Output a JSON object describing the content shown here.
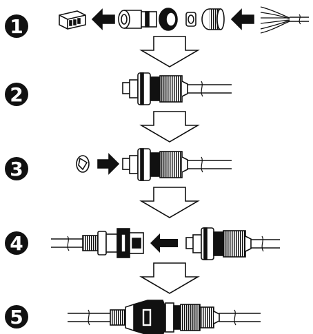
{
  "diagram": {
    "steps": [
      {
        "number": "1"
      },
      {
        "number": "2"
      },
      {
        "number": "3"
      },
      {
        "number": "4"
      },
      {
        "number": "5"
      }
    ],
    "colors": {
      "ink": "#111111",
      "paper": "#ffffff",
      "hatch": "#444444"
    }
  }
}
